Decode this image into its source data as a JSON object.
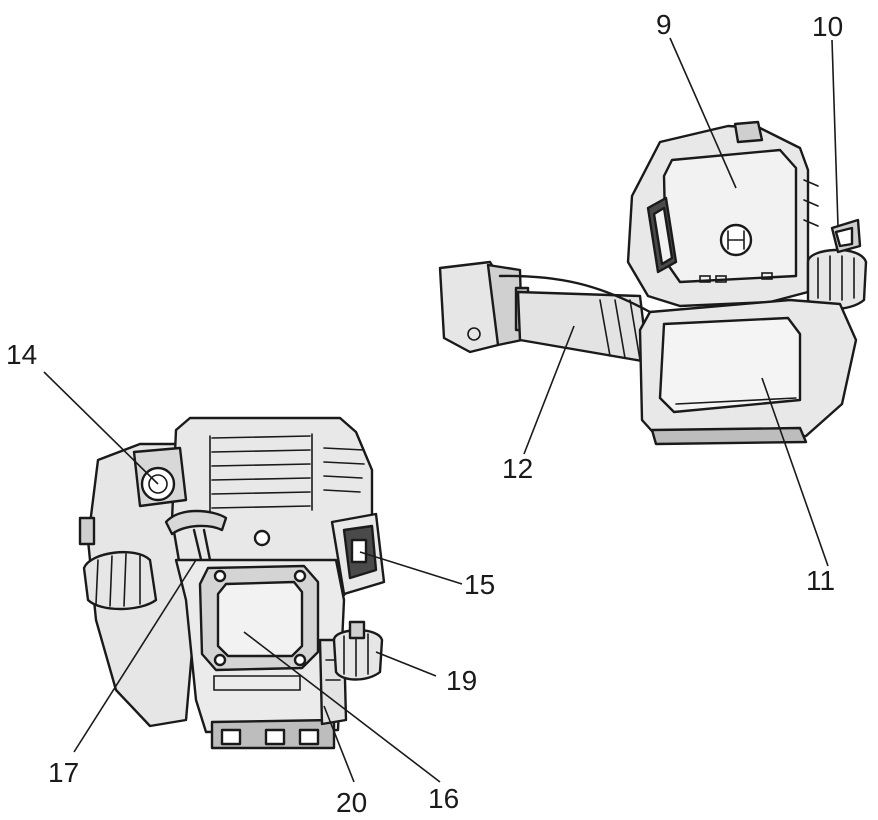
{
  "figure": {
    "callouts": {
      "c9": "9",
      "c10": "10",
      "c11": "11",
      "c12": "12",
      "c14": "14",
      "c15": "15",
      "c16": "16",
      "c17": "17",
      "c19": "19",
      "c20": "20"
    },
    "colors": {
      "ink": "#1a1a1a",
      "light_fill": "#e6e6e6",
      "mid_fill": "#cfcfcf",
      "dark_fill": "#4a4a4a",
      "background": "#ffffff"
    }
  }
}
